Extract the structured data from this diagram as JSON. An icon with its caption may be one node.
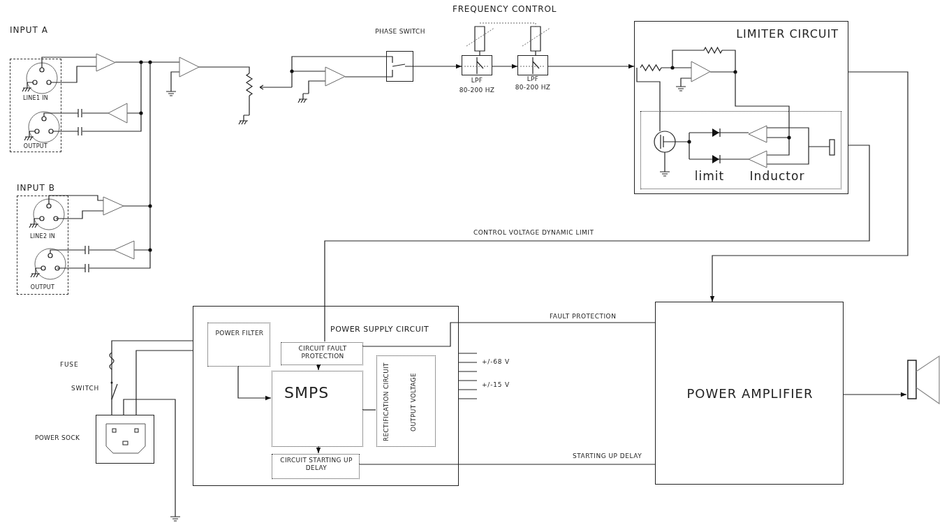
{
  "diagram": {
    "nodes": [
      {
        "text": [
          "INPUT A",
          "LINE1 IN",
          "OUTPUT"
        ]
      },
      {
        "text": [
          "INPUT B",
          "LINE2 IN",
          "OUTPUT"
        ]
      },
      {
        "text": [
          "PHASE SWITCH"
        ]
      },
      {
        "text": [
          "LPF",
          "80-200 HZ"
        ]
      },
      {
        "text": [
          "LPF",
          "80-200 HZ"
        ]
      },
      {
        "text": [
          "LIMITER CIRCUIT"
        ]
      },
      {
        "text": [
          "limit",
          "Inductor"
        ],
        "in": 5
      },
      {
        "text": [
          "POWER SUPPLY CIRCUIT"
        ]
      },
      {
        "text": [
          "POWER FILTER"
        ],
        "in": 7
      },
      {
        "text": [
          "CIRCUIT FAULT PROTECTION"
        ],
        "in": 7
      },
      {
        "text": [
          "SMPS"
        ],
        "in": 7
      },
      {
        "text": [
          "RECTIFICATION CIRCUIT",
          "OUTPUT VOLTAGE"
        ],
        "in": 7
      },
      {
        "text": [
          "CIRCUIT STARTING UP DELAY"
        ],
        "in": 7
      },
      {
        "text": [
          "POWER AMPLIFIER"
        ]
      },
      {
        "text": [],
        "shape": "box",
        "beside": [
          "POWER SOCK"
        ]
      },
      {
        "text": [],
        "shape": "speaker"
      }
    ],
    "edges": [
      {
        "from": 2,
        "to": 3,
        "arrow": "to"
      },
      {
        "from": 3,
        "to": 4,
        "arrow": "to"
      },
      {
        "from": 4,
        "to": 5,
        "arrow": "to"
      },
      {
        "from": 5,
        "to": 13,
        "arrow": "to"
      },
      {
        "from": 5,
        "to": 9,
        "arrow": "none",
        "label": "CONTROL VOLTAGE DYNAMIC LIMIT"
      },
      {
        "from": 13,
        "to": 9,
        "arrow": "none",
        "label": "FAULT PROTECTION"
      },
      {
        "from": 12,
        "to": 13,
        "arrow": "none",
        "label": "STARTING UP DELAY"
      },
      {
        "from": 8,
        "to": 10,
        "arrow": "to"
      },
      {
        "from": 9,
        "to": 10,
        "arrow": "to"
      },
      {
        "from": 10,
        "to": 12,
        "arrow": "to"
      },
      {
        "from": 10,
        "to": 11,
        "arrow": "none"
      },
      {
        "from": 13,
        "to": 15,
        "arrow": "to"
      },
      {
        "from": 14,
        "to": 7,
        "arrow": "none"
      },
      {
        "from": 14,
        "to": 7,
        "arrow": "none"
      },
      {
        "from": null,
        "to": 6,
        "arrow": "none"
      },
      {
        "from": null,
        "to": 6,
        "arrow": "none"
      }
    ],
    "labels": [
      "FREQUENCY CONTROL",
      "FUSE",
      "SWITCH",
      "+/-68 V",
      "+/-15 V"
    ]
  }
}
